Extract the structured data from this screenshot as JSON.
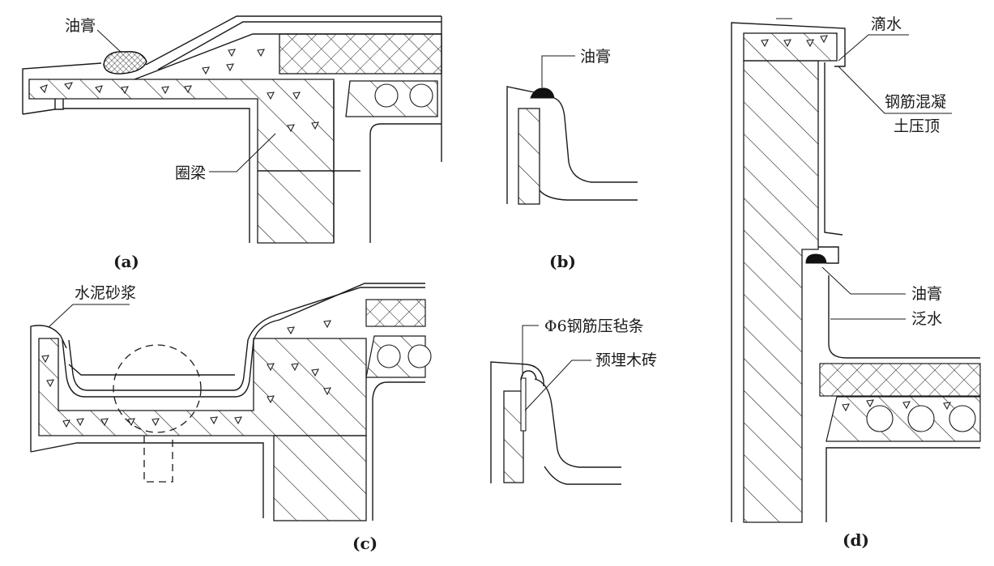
{
  "figure": {
    "title": "Parapet / eave waterproofing details",
    "panels": [
      {
        "id": "a",
        "caption": "(a)",
        "labels": {
          "sealant": "油膏",
          "ring_beam": "圈梁"
        }
      },
      {
        "id": "b",
        "caption": "(b)",
        "labels": {
          "sealant": "油膏"
        }
      },
      {
        "id": "c",
        "caption": "(c)",
        "labels": {
          "cement_mortar": "水泥砂浆",
          "rebar_strip": "Φ6钢筋压毡条",
          "wood_brick": "预埋木砖"
        }
      },
      {
        "id": "d",
        "caption": "(d)",
        "labels": {
          "drip": "滴水",
          "coping_line1": "钢筋混凝",
          "coping_line2": "土压顶",
          "sealant": "油膏",
          "flashing": "泛水"
        }
      }
    ]
  },
  "colors": {
    "ink": "#1a1a1a",
    "paper": "#ffffff"
  }
}
